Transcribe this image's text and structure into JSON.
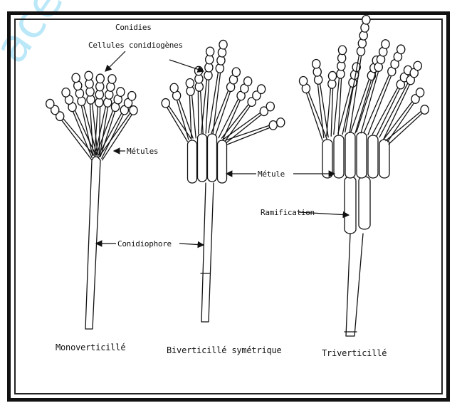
{
  "labels": {
    "conidies": "Conidies",
    "cellules_conidiogenes": "Cellules conidiogènes",
    "metules_upper": "Métules",
    "metule": "Métule",
    "ramification": "Ramification",
    "conidiophore": "Conidiophore"
  },
  "captions": {
    "mono": "Monoverticillé",
    "bi": "Biverticillé symétrique",
    "tri": "Triverticillé"
  },
  "watermark": "ace",
  "colors": {
    "ink": "#111111",
    "frame": "#111111",
    "watermark": "#3cbeeb"
  }
}
